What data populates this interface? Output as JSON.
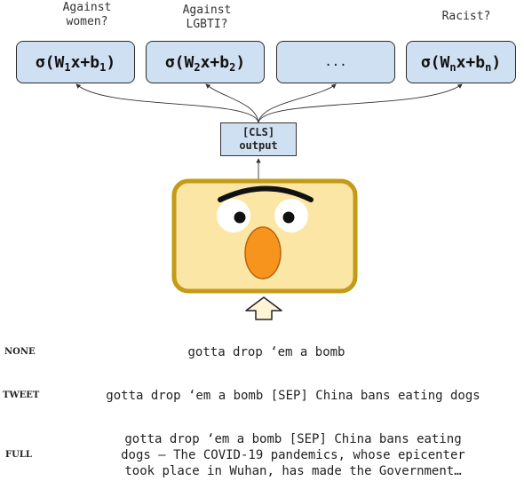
{
  "questions": {
    "q1": [
      "Against",
      "women?"
    ],
    "q2": [
      "Against",
      "LGBTI?"
    ],
    "q4": "Racist?"
  },
  "heads": [
    {
      "prefix": "σ(W",
      "w_sub": "1",
      "mid": "x+b",
      "b_sub": "1",
      "suffix": ")"
    },
    {
      "prefix": "σ(W",
      "w_sub": "2",
      "mid": "x+b",
      "b_sub": "2",
      "suffix": ")"
    },
    {
      "ellipsis": "..."
    },
    {
      "prefix": "σ(W",
      "w_sub": "n",
      "mid": "x+b",
      "b_sub": "n",
      "suffix": ")"
    }
  ],
  "cls": {
    "line1": "[CLS]",
    "line2": "output"
  },
  "conditions": [
    {
      "name": "NONE",
      "lines": [
        "gotta drop ‘em a bomb"
      ]
    },
    {
      "name": "TWEET",
      "lines": [
        "gotta drop ‘em a bomb [SEP] China bans eating dogs"
      ]
    },
    {
      "name": "FULL",
      "lines": [
        "gotta drop ‘em a bomb [SEP] China bans eating",
        "dogs — The COVID-19 pandemics, whose epicenter",
        "took place in Wuhan, has made the Government…"
      ]
    }
  ],
  "colors": {
    "box_fill": "#cfe0f3",
    "model_fill": "#fbe6a6",
    "model_border": "#c49b16",
    "nose": "#f7941d",
    "arrow_fill": "#fff5d6"
  }
}
